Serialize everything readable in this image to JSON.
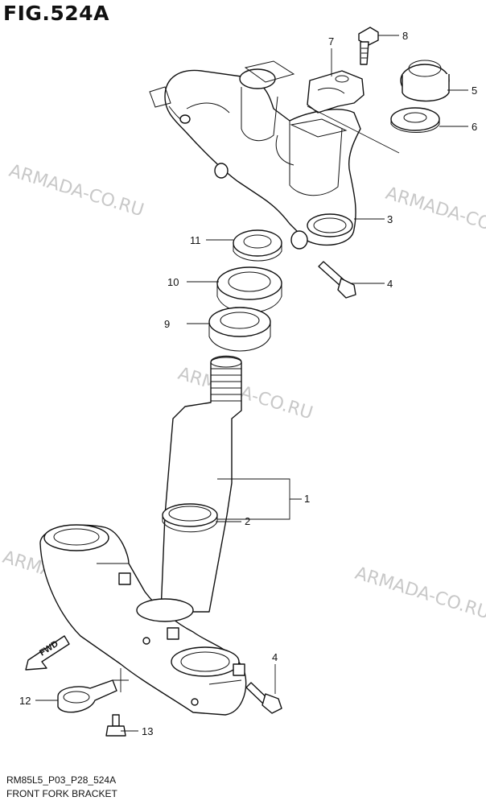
{
  "figure": {
    "title": "FIG.524A",
    "code": "RM85L5_P03_P28_524A",
    "name": "FRONT FORK BRACKET"
  },
  "watermark": "ARMADA-CO.RU",
  "fwd_label": "FWD",
  "callouts": [
    "1",
    "2",
    "3",
    "4",
    "4",
    "5",
    "6",
    "7",
    "8",
    "9",
    "10",
    "11",
    "12",
    "13"
  ]
}
